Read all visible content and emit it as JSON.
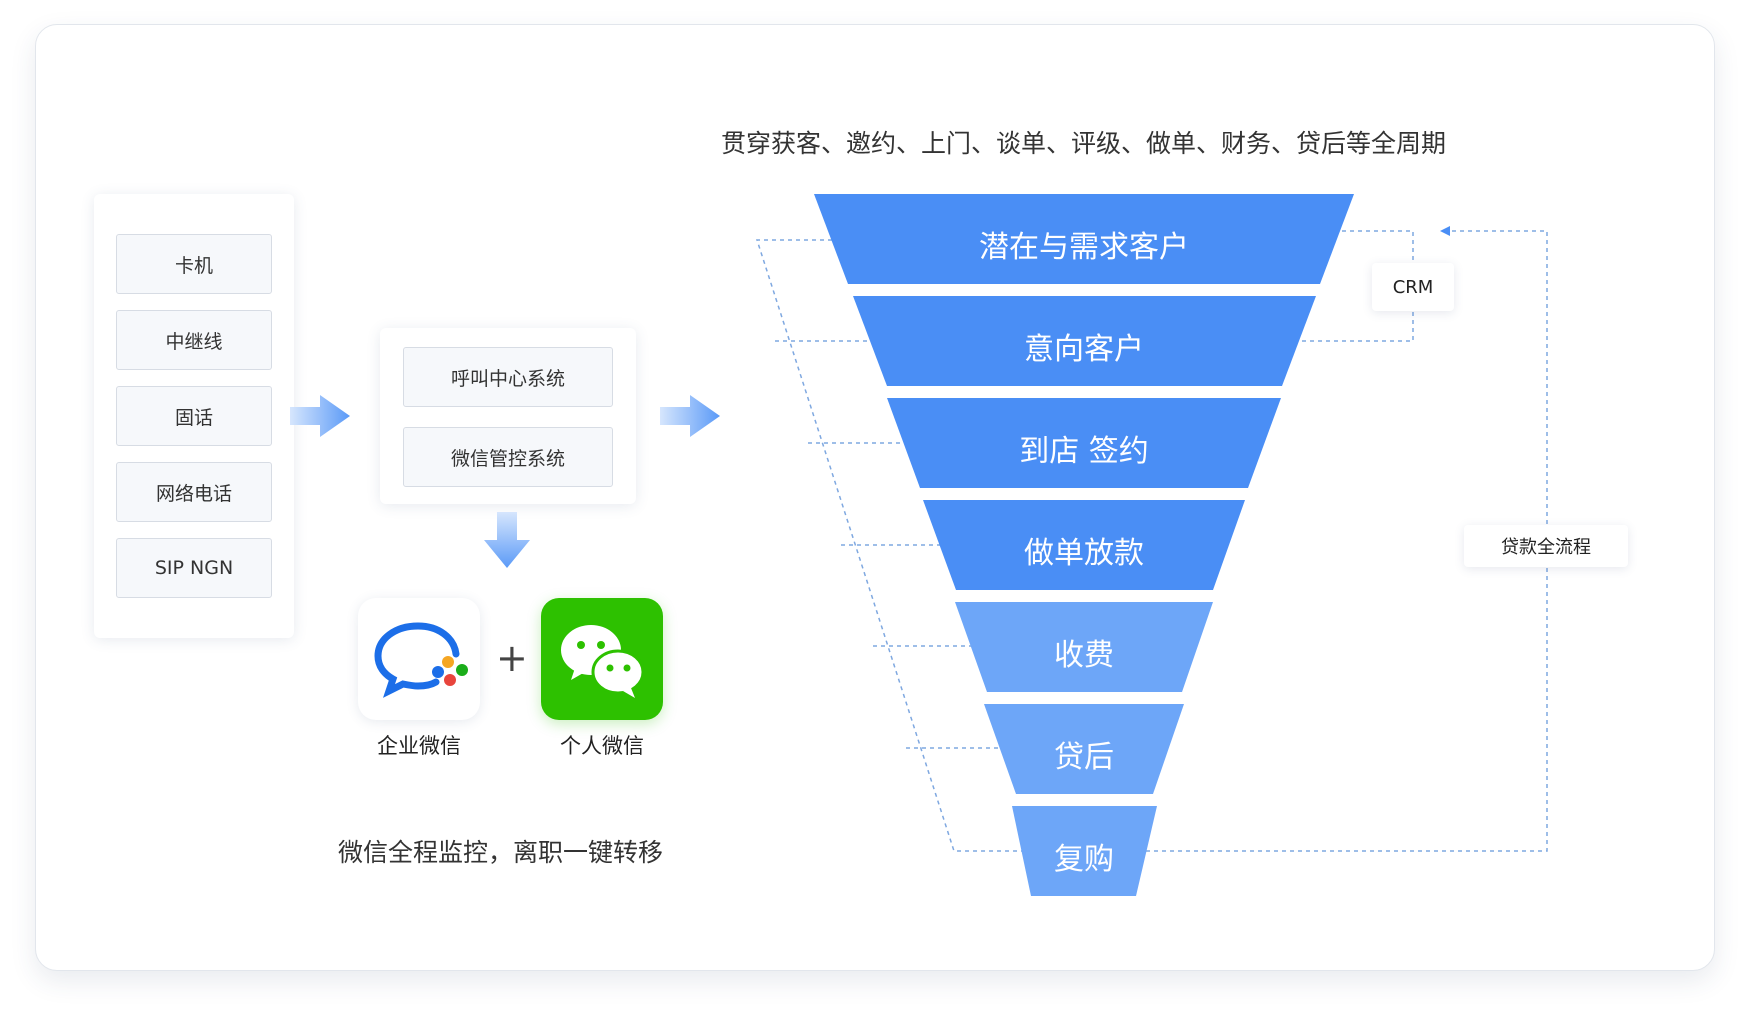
{
  "headline": "贯穿获客、邀约、上门、谈单、评级、做单、财务、贷后等全周期",
  "sources": {
    "items": [
      "卡机",
      "中继线",
      "固话",
      "网络电话",
      "SIP NGN"
    ]
  },
  "systems": {
    "items": [
      "呼叫中心系统",
      "微信管控系统"
    ]
  },
  "apps": {
    "enterprise_wechat": "企业微信",
    "plus": "+",
    "personal_wechat": "个人微信",
    "caption": "微信全程监控，离职一键转移"
  },
  "funnel": {
    "stages": [
      "潜在与需求客户",
      "意向客户",
      "到店 签约",
      "做单放款",
      "收费",
      "贷后",
      "复购"
    ],
    "colors": [
      "#4a8ef5",
      "#4a8ef5",
      "#4a8ef5",
      "#4a8ef5",
      "#6da6f8",
      "#6da6f8",
      "#6da6f8"
    ]
  },
  "side_tags": {
    "crm": "CRM",
    "loan_process": "贷款全流程"
  },
  "colors": {
    "funnel_primary": "#4a8ef5",
    "funnel_light": "#6da6f8",
    "dashed_line": "#7fa8e0",
    "wechat_green": "#2dc100"
  }
}
